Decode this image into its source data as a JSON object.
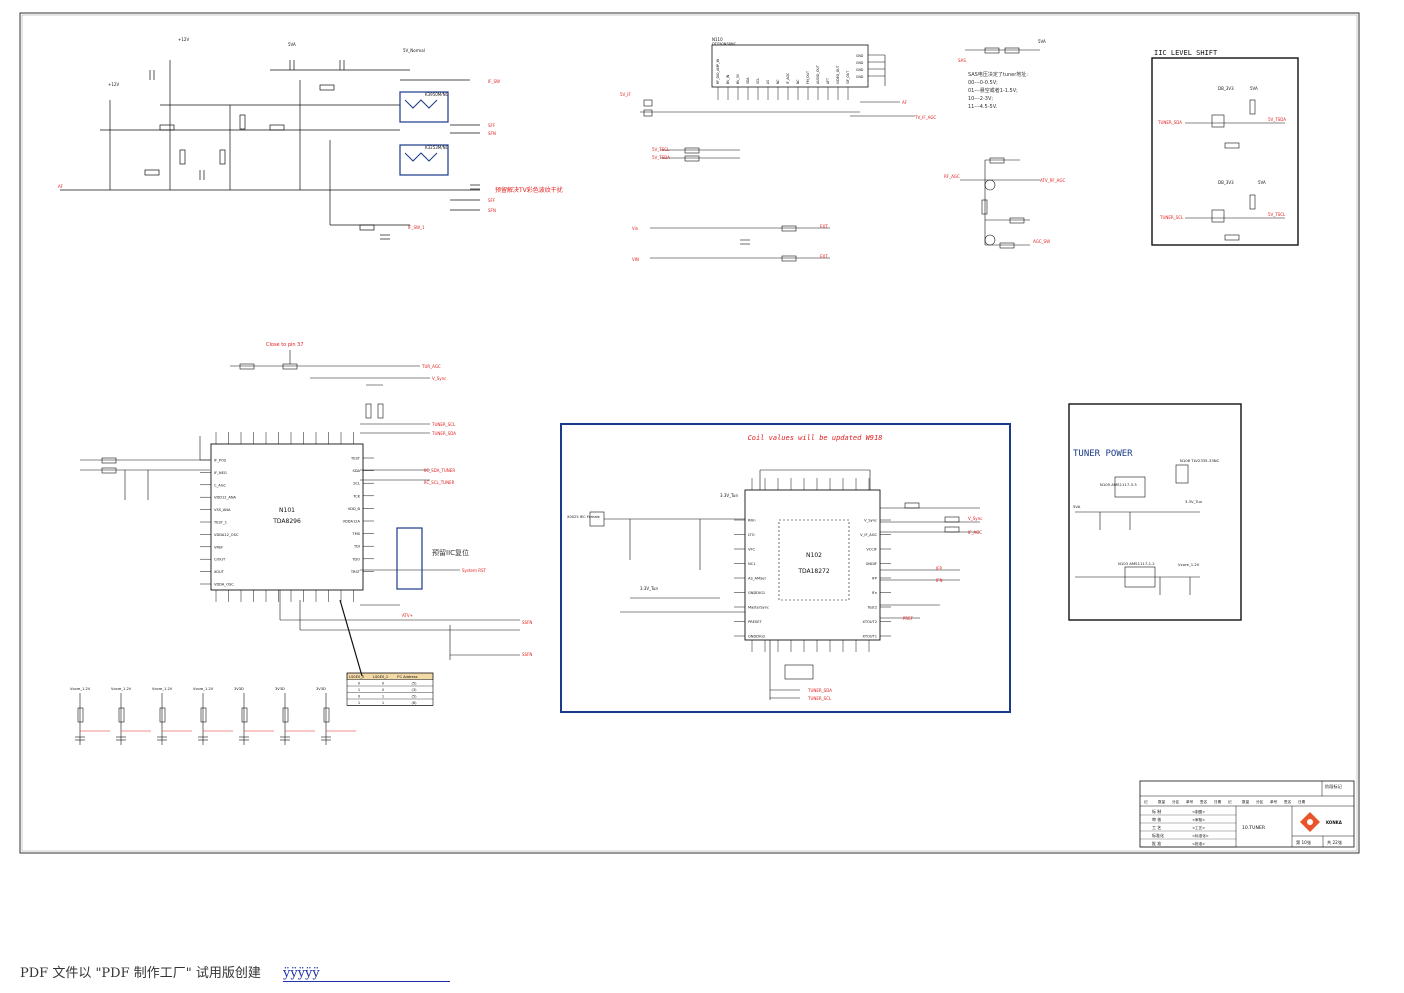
{
  "top_left": {
    "warning_red": "预留解决TV彩色波纹干扰",
    "filter1": "K3950M/NC",
    "filter2": "K3253M/NC",
    "nets": [
      "IF_SW",
      "SFF",
      "SFN",
      "SFF",
      "SFN",
      "IF_SW_1",
      "AF"
    ],
    "supply_labels": [
      "+12V",
      "5VA",
      "5V_Normal",
      "+12V"
    ]
  },
  "top_mid": {
    "chip": "N110",
    "chip_part": "DTT90NS6NC",
    "pins_left": [
      "RF_DIO_AMP_IN",
      "BV_IN",
      "BV_5V",
      "SDA",
      "SCL",
      "AS",
      "NC",
      "IF_AGC",
      "NC",
      "FM_OUT",
      "AUDIO_OUT",
      "AFT",
      "VIDEO_OUT",
      "SIF_OUT"
    ],
    "gnd_pins": [
      "GND",
      "GND",
      "GND",
      "GND"
    ],
    "nets": [
      "5V_TSCL",
      "5V_TSDA",
      "TV_IF_AGC",
      "5V_IF",
      "Vin",
      "VIN",
      "EXT",
      "EXT",
      "AF"
    ]
  },
  "top_right": {
    "sas_note": [
      "SAS电压决定了tuner地址:",
      "00---0-0.5V;",
      "01---悬空或者1-1.5V;",
      "10---2-3V;",
      "11---4.5-5V."
    ],
    "nets": [
      "RF_AGC",
      "ATV_RF_AGC",
      "AGC_SW",
      "SAS",
      "5VA"
    ]
  },
  "iic_box": {
    "title": "IIC LEVEL SHIFT",
    "labels": [
      "TUNER_SDA",
      "TUNER_SCL",
      "5V_TSDA",
      "5V_TSCL",
      "DB_3V3",
      "5VA"
    ]
  },
  "tda8296": {
    "note_red": "Close to pin 37",
    "name": "N101",
    "part": "TDA8296",
    "pins_left": [
      "IF_POS",
      "IF_NEG",
      "C_AGC",
      "VDD12_ANA",
      "VSS_ANA",
      "TEST_1",
      "VDDA12_OSC",
      "VREF",
      "CIOUT",
      "XOUT",
      "VDDA_OSC"
    ],
    "pins_right": [
      "TEST",
      "SDA",
      "SCL",
      "TCK",
      "VDD_B",
      "VDDA12A",
      "TMS",
      "TDI",
      "TDO",
      "TRST"
    ],
    "nets": [
      "TUNER_SCL",
      "TUNER_SDA",
      "IIC_SDA_TUNER",
      "IIC_SCL_TUNER",
      "System RST",
      "ATV+",
      "SSFN",
      "SSFN",
      "TUR_AGC",
      "V_Sync"
    ],
    "reset_note": "预留IIC复位",
    "addr_table": {
      "headers": [
        "LS0E0_0",
        "LS0E0_1",
        "I²C Address"
      ],
      "rows": [
        [
          "0",
          "0",
          "(5)"
        ],
        [
          "1",
          "0",
          "(3)"
        ],
        [
          "0",
          "1",
          "(5)"
        ],
        [
          "1",
          "1",
          "(8)"
        ]
      ]
    },
    "supply_caps": [
      "Vcore_1.2V",
      "Vcore_1.2V",
      "Vcore_1.2V",
      "Vcore_1.2V",
      "3V3D",
      "3V3D",
      "3V3D"
    ]
  },
  "tda18272": {
    "note_red": "Coil values will be updated W918",
    "name": "N102",
    "part": "TDA18272",
    "connector": "X0025 IEC Female",
    "pins_left": [
      "RFin",
      "LTO",
      "VFC",
      "NC1",
      "AS_AMSel",
      "GNDDIG1",
      "MasterSync",
      "PRESET",
      "GNDDIG2"
    ],
    "pins_right": [
      "V_Sync",
      "V_IF_AGC",
      "VCCIF",
      "GNDIF",
      "IFP",
      "IFn",
      "Test2",
      "XTOUT2",
      "XTOUT1"
    ],
    "nets": [
      "TUNER_SDA",
      "TUNER_SCL",
      "3.3V_Tun",
      "3.3V_Tun",
      "V_Sync",
      "IF_AGC",
      "IFP",
      "IFN",
      "PREF"
    ]
  },
  "tuner_power": {
    "title": "TUNER POWER",
    "parts": [
      "N105 AMS1117-3.3",
      "N106 TLV2335-33NC",
      "N103 AMS1117-1.2"
    ],
    "nets": [
      "5VA",
      "3.3V_Tun",
      "Vcore_1.2V"
    ]
  },
  "title_block": {
    "header_small": [
      "记",
      "数量",
      "分区",
      "单号",
      "签名",
      "日期"
    ],
    "rows": [
      [
        "标 制",
        "<制图>"
      ],
      [
        "审 核",
        "<审核>"
      ],
      [
        "工 艺",
        "<工艺>"
      ],
      [
        "标准化",
        "<标准化>"
      ],
      [
        "批 准",
        "<批准>"
      ]
    ],
    "title": "10.TUNER",
    "company": "KONKA",
    "page_label": "第 10张",
    "total_label": "共 22张",
    "stage_label": "阶段标记"
  },
  "footer": {
    "text": "PDF 文件以 \"PDF 制作工厂\" 试用版创建",
    "link": "ÿÿÿÿÿ"
  },
  "colors": {
    "wire": "#111111",
    "net_red": "#e02020",
    "box_blue": "#1a3a8a",
    "logo_orange": "#e8552a"
  }
}
